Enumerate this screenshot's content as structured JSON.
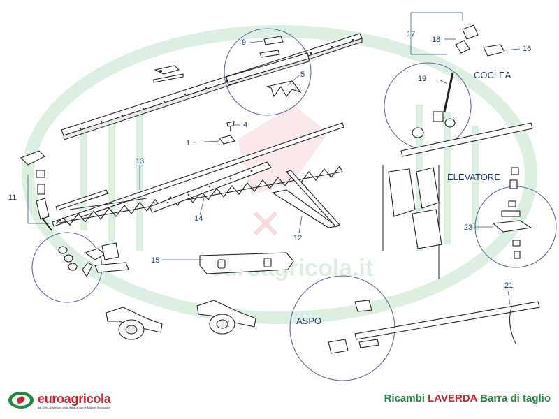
{
  "labels": {
    "n1": "1",
    "n4": "4",
    "n5": "5",
    "n9": "9",
    "n11": "11",
    "n12": "12",
    "n13": "13",
    "n14": "14",
    "n15": "15",
    "n16": "16",
    "n17": "17",
    "n18": "18",
    "n19": "19",
    "n21": "21",
    "n23": "23"
  },
  "sections": {
    "coclea": "COCLEA",
    "elevatore": "ELEVATORE",
    "aspo": "ASPO"
  },
  "watermark": {
    "text": "euroagricola.it",
    "color": "#2e9e48"
  },
  "footer": {
    "logo_text": "euroagricola",
    "logo_tagline": "dal 1994 al servizio della Italiana   con le Migliori Tecnologie",
    "title_prefix": "Ricambi",
    "title_brand": "LAVERDA",
    "title_suffix": "Barra di taglio"
  },
  "colors": {
    "label": "#1f3f74",
    "circle": "#5b6aa5",
    "brand_red": "#d2232a",
    "brand_green": "#1f8a3a"
  }
}
